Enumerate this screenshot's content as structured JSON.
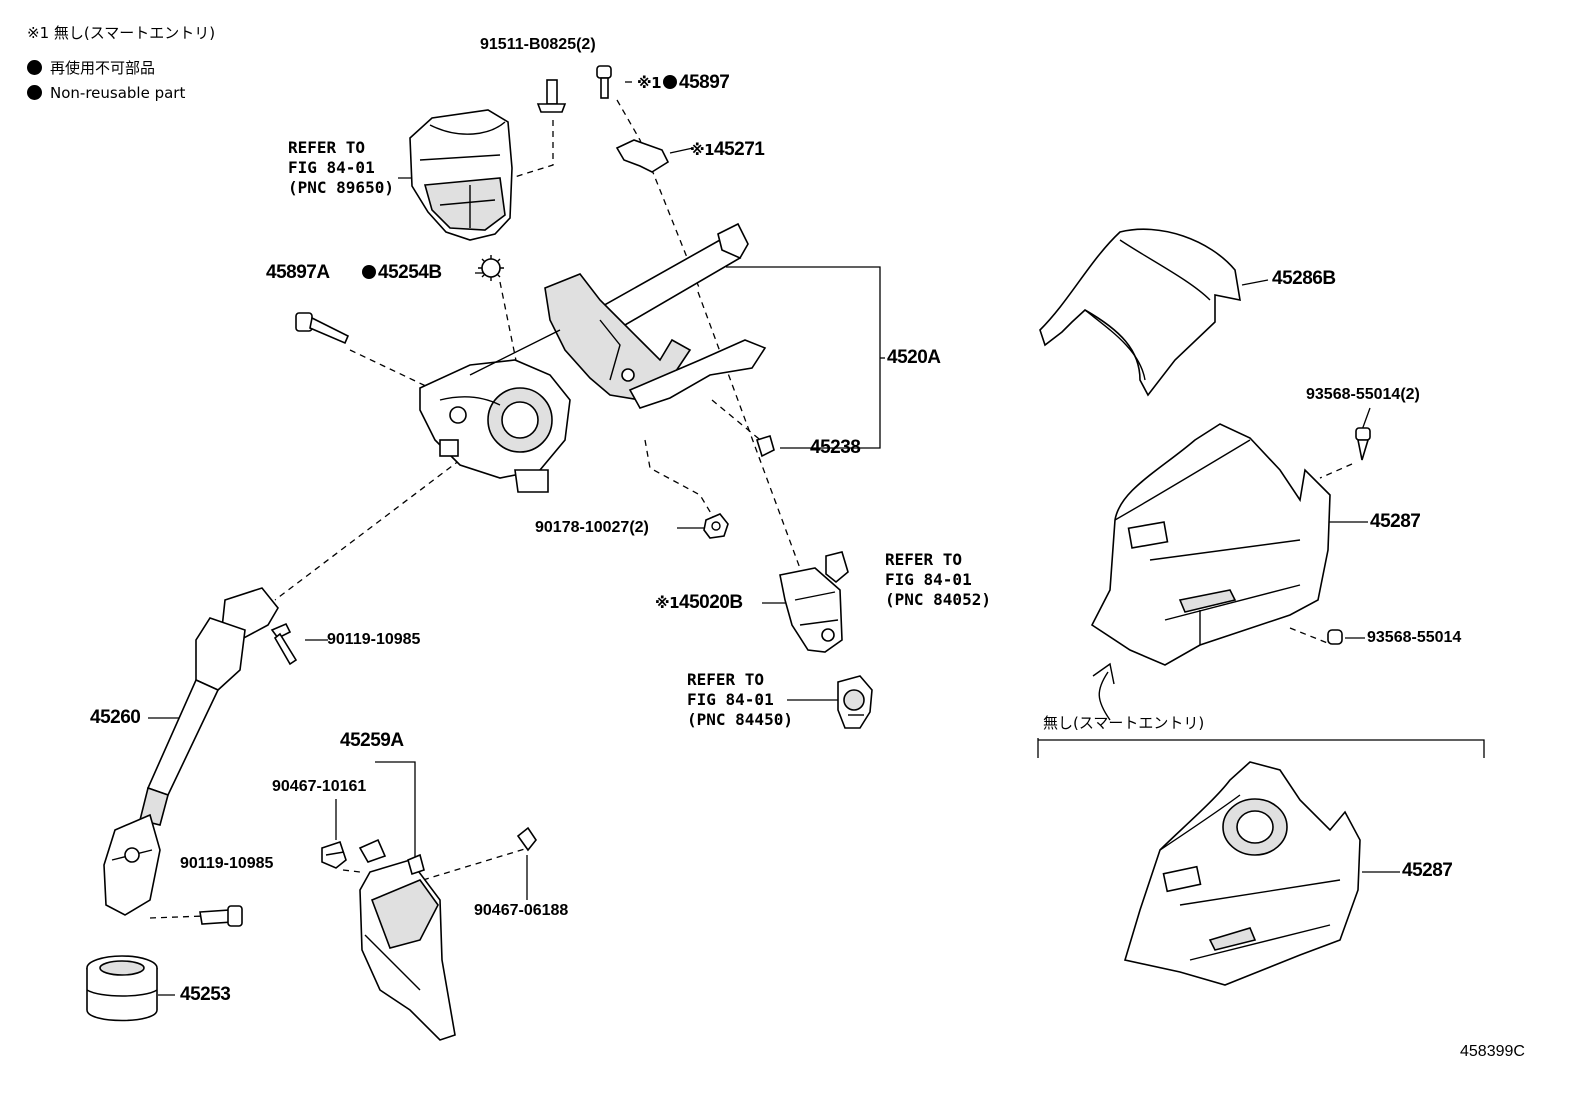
{
  "legend": {
    "note_line": "※1 無し(スマートエントリ)",
    "non_reusable_jp": "再使用不可部品",
    "non_reusable_en": "Non-reusable part"
  },
  "parts": {
    "p91511": "91511-B0825(2)",
    "p45897_mark": "※1",
    "p45897": "45897",
    "p45271_mark": "※1",
    "p45271": "45271",
    "ref_89650": "REFER TO\nFIG 84-01\n(PNC 89650)",
    "p45897A": "45897A",
    "p45254B": "45254B",
    "p4520A": "4520A",
    "p45238": "45238",
    "p90178": "90178-10027(2)",
    "ref_84052": "REFER TO\nFIG 84-01\n(PNC 84052)",
    "p45020B_mark": "※1",
    "p45020B": "45020B",
    "ref_84450": "REFER TO\nFIG 84-01\n(PNC 84450)",
    "p90119_a": "90119-10985",
    "p45260": "45260",
    "p45259A": "45259A",
    "p90467_10161": "90467-10161",
    "p90119_b": "90119-10985",
    "p90467_06188": "90467-06188",
    "p45253": "45253",
    "p45286B": "45286B",
    "p93568_2": "93568-55014(2)",
    "p45287_a": "45287",
    "p93568": "93568-55014",
    "smart_entry_none": "無し(スマートエントリ)",
    "p45287_b": "45287"
  },
  "footer": {
    "figure_id": "458399C"
  }
}
